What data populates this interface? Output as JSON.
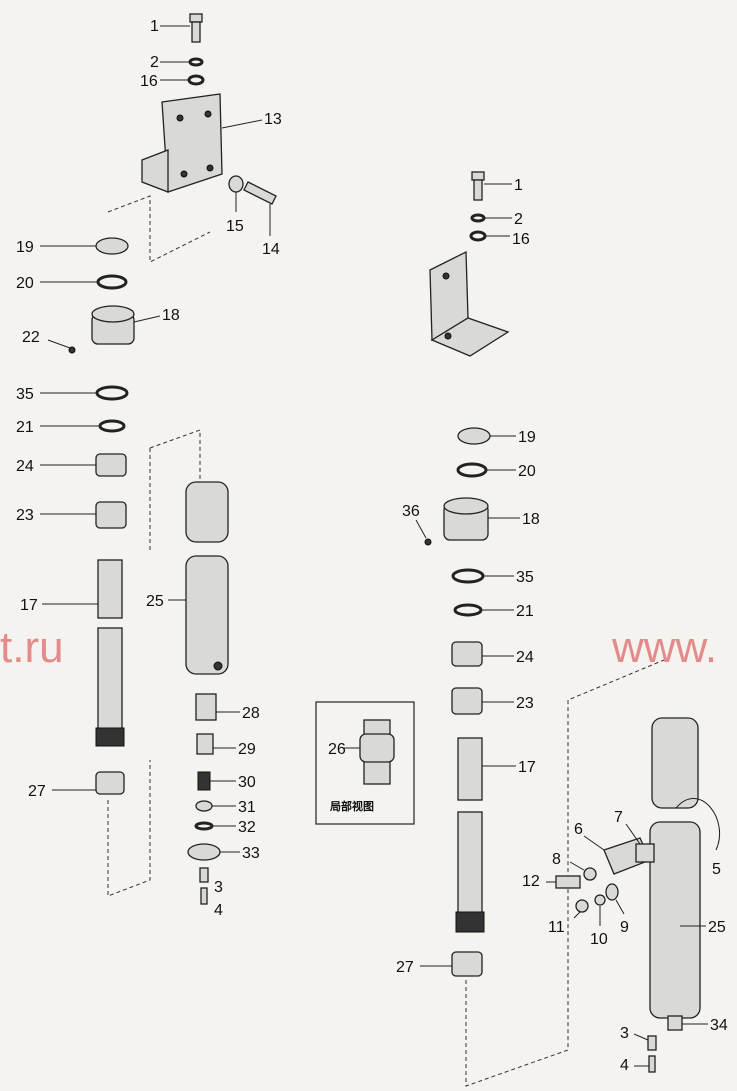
{
  "watermarks": {
    "left": "t.ru",
    "right": "www."
  },
  "inset": {
    "caption": "局部视图"
  },
  "left_assembly": {
    "labels": [
      "1",
      "2",
      "16",
      "13",
      "15",
      "14",
      "19",
      "20",
      "18",
      "22",
      "35",
      "21",
      "24",
      "23",
      "17",
      "25",
      "28",
      "29",
      "30",
      "31",
      "32",
      "33",
      "3",
      "4",
      "27"
    ]
  },
  "inset_labels": [
    "26"
  ],
  "right_assembly": {
    "labels": [
      "1",
      "2",
      "16",
      "19",
      "20",
      "36",
      "18",
      "35",
      "21",
      "24",
      "23",
      "17",
      "27",
      "7",
      "6",
      "5",
      "8",
      "12",
      "11",
      "10",
      "9",
      "25",
      "3",
      "34",
      "4"
    ]
  }
}
